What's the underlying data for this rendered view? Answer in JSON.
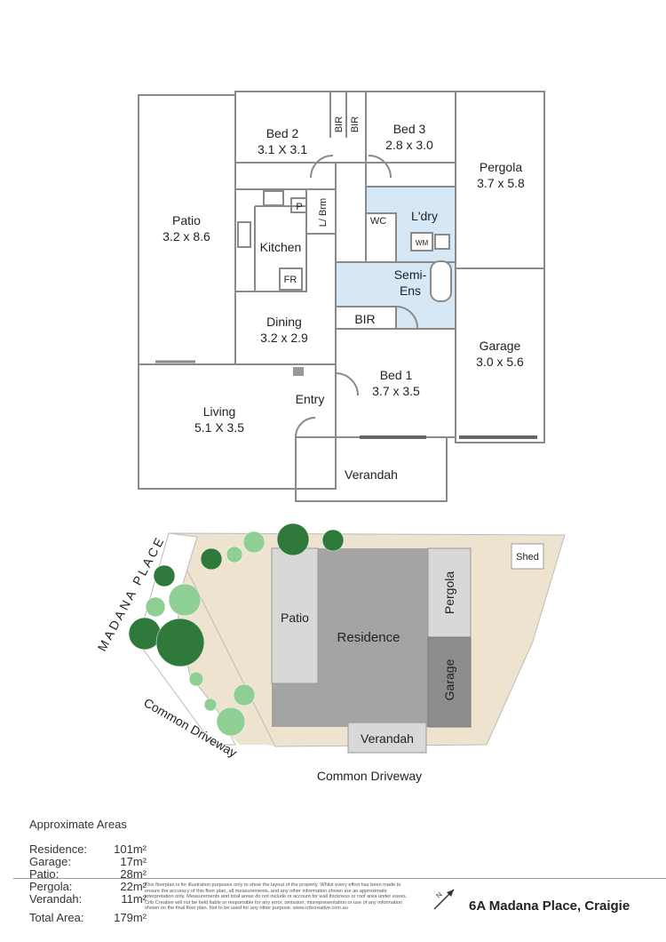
{
  "floor_plan": {
    "rooms": [
      {
        "id": "bed2",
        "name": "Bed 2",
        "dims": "3.1 X 3.1"
      },
      {
        "id": "bed3",
        "name": "Bed 3",
        "dims": "2.8 x 3.0"
      },
      {
        "id": "patio",
        "name": "Patio",
        "dims": "3.2 x 8.6"
      },
      {
        "id": "pergola",
        "name": "Pergola",
        "dims": "3.7 x 5.8"
      },
      {
        "id": "dining",
        "name": "Dining",
        "dims": "3.2 x 2.9"
      },
      {
        "id": "garage",
        "name": "Garage",
        "dims": "3.0 x 5.6"
      },
      {
        "id": "bed1",
        "name": "Bed 1",
        "dims": "3.7 x 3.5"
      },
      {
        "id": "living",
        "name": "Living",
        "dims": "5.1 X 3.5"
      }
    ],
    "labels": {
      "kitchen": "Kitchen",
      "entry": "Entry",
      "verandah": "Verandah",
      "laundry": "L'dry",
      "wc": "WC",
      "semi_ens_1": "Semi-",
      "semi_ens_2": "Ens",
      "bir": "BIR",
      "bir_v1": "BIR",
      "bir_v2": "BIR",
      "linen": "L/ Brm",
      "pantry": "P",
      "fridge": "FR",
      "washer": "WM"
    }
  },
  "site_plan": {
    "street": "MADANA PLACE",
    "driveway_side": "Common Driveway",
    "driveway_bottom": "Common Driveway",
    "patio": "Patio",
    "residence": "Residence",
    "pergola": "Pergola",
    "garage": "Garage",
    "verandah": "Verandah",
    "shed": "Shed"
  },
  "areas": {
    "title": "Approximate Areas",
    "rows": [
      {
        "label": "Residence:",
        "value": "101m²"
      },
      {
        "label": "Garage:",
        "value": "17m²"
      },
      {
        "label": "Patio:",
        "value": "28m²"
      },
      {
        "label": "Pergola:",
        "value": "22m²"
      },
      {
        "label": "Verandah:",
        "value": "11m²"
      }
    ],
    "total_label": "Total Area:",
    "total_value": "179m²"
  },
  "disclaimer": "This floorplan is for illustration purposes only to show the layout of the property. Whilst every effort has been made to ensure the accuracy of this floor plan, all measurements, and any other information shown are an approximate interpretation only. Measurements and total areas do not include or account for wall thickness or roof area under eaves. Crib Creative will not be held liable or responsible for any error, omission, misrepresentation or use of any information shown on the final floor plan. Not to be used for any other purpose. www.cribcreative.com.au",
  "north_label": "N",
  "address": "6A Madana Place, Craigie",
  "colors": {
    "wall": "#8a8a8a",
    "wet": "#d6e8f5",
    "residence": "#a4a4a4",
    "light": "#d8d8d8",
    "garage": "#8d8d8d",
    "land": "#eee3cf",
    "tree_dark": "#2f7a3a",
    "tree_light": "#8fcf94"
  }
}
